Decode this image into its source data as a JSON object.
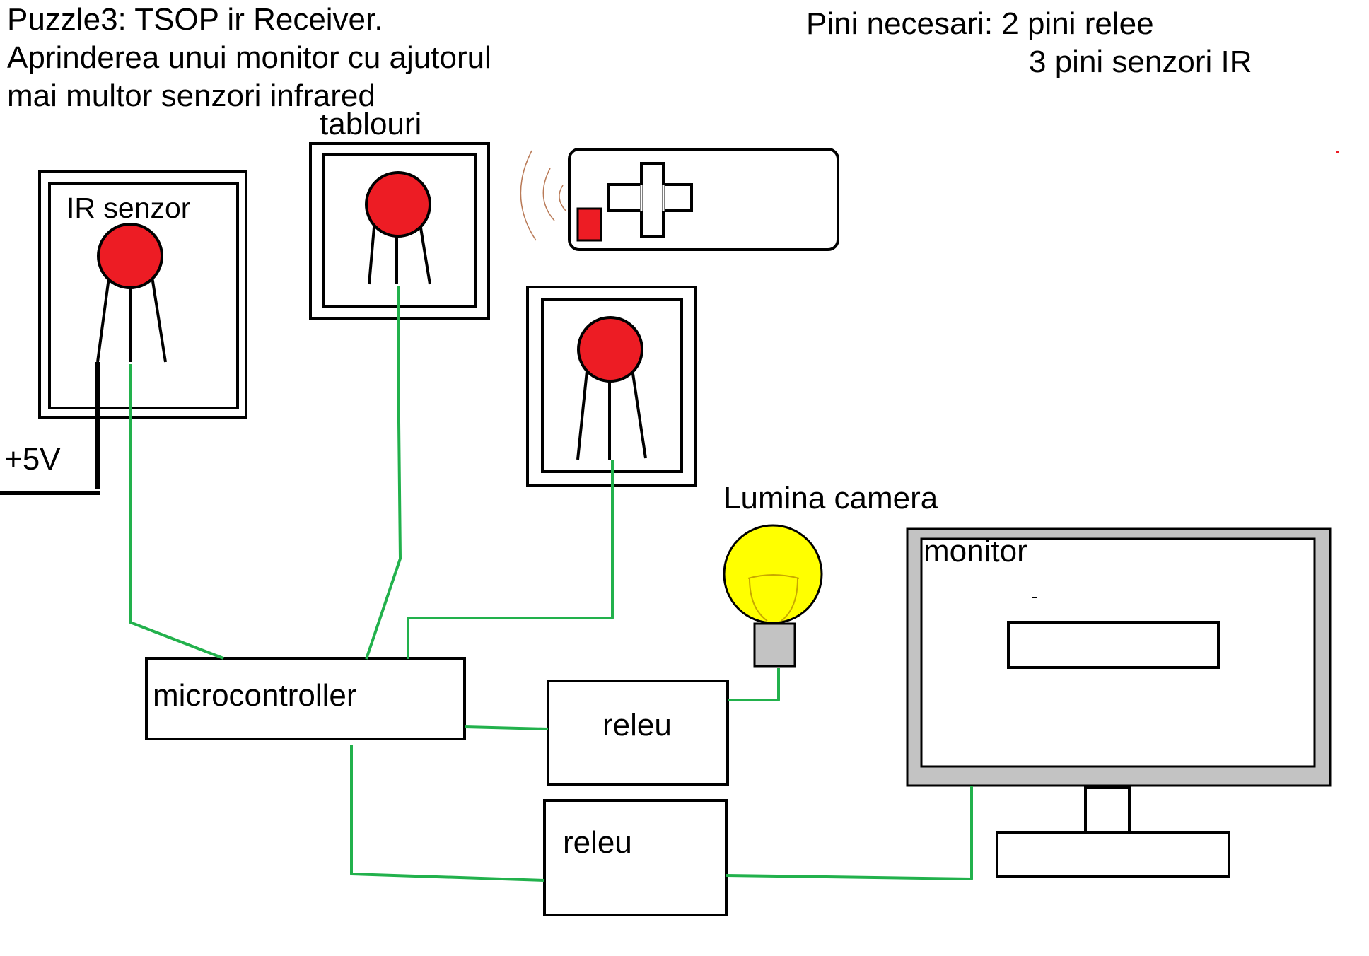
{
  "title": {
    "line1": "Puzzle3: TSOP ir Receiver.",
    "line2": "Aprinderea unui monitor cu ajutorul",
    "line3": "mai multor senzori infrared"
  },
  "requirements": {
    "line1": "Pini necesari: 2 pini relee",
    "line2": "3 pini senzori IR"
  },
  "labels": {
    "paintings": "tablouri",
    "ir_sensor": "IR senzor",
    "power": "+5V",
    "room_light": "Lumina camera",
    "monitor": "monitor",
    "microcontroller": "microcontroller",
    "relay_1": "releu",
    "relay_2": "releu"
  },
  "colors": {
    "wire": "#22b14c",
    "sensor": "#ed1c24",
    "bulb": "#ffff00",
    "bulb_base": "#c3c3c3",
    "monitor_frame": "#c3c3c3",
    "outline": "#000000",
    "ir_wave": "#b97a57"
  }
}
